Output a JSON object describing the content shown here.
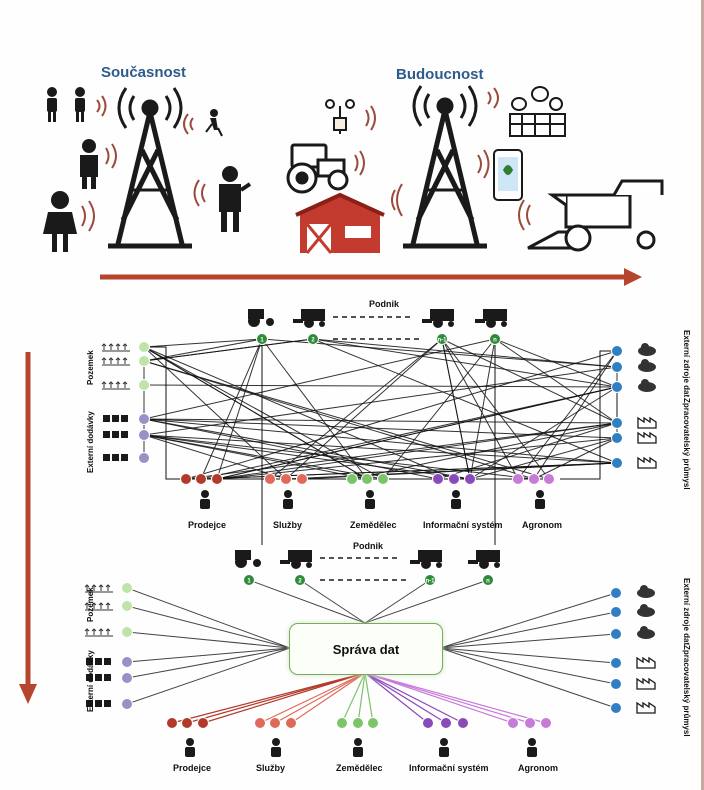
{
  "top": {
    "present_label": "Současnost",
    "future_label": "Budoucnost",
    "arrow_color": "#b5452c",
    "tower_color": "#1a1a1a",
    "signal_color": "#9b4a3c"
  },
  "diagram_before": {
    "enterprise_label": "Podnik",
    "node_labels": [
      "1",
      "2",
      "n-1",
      "n"
    ],
    "left_groups": [
      "Pozemek",
      "Externí dodávky"
    ],
    "right_groups": [
      "Externí zdroje dat",
      "Zpracovatelský průmysl"
    ],
    "actors": [
      "Prodejce",
      "Služby",
      "Zemědělec",
      "Informační systém",
      "Agronom"
    ]
  },
  "diagram_after": {
    "enterprise_label": "Podnik",
    "hub_label": "Správa dat",
    "node_labels": [
      "1",
      "2",
      "n-1",
      "n"
    ],
    "left_groups": [
      "Pozemek",
      "Externí dodávky"
    ],
    "right_groups": [
      "Externí zdroje dat",
      "Zpracovatelský průmysl"
    ],
    "actors": [
      "Prodejce",
      "Služby",
      "Zemědělec",
      "Informační systém",
      "Agronom"
    ]
  },
  "colors": {
    "enterprise": "#2e8b3a",
    "land": "#bfe3a8",
    "supplies": "#9c8fc6",
    "external_data": "#2f7fc2",
    "processing": "#2f7fc2",
    "seller": "#b23a2a",
    "services": "#e06a5a",
    "farmer": "#7cc46a",
    "infosys": "#8a4bb8",
    "agronomist": "#c77ad8",
    "down_arrow": "#b5452c"
  },
  "icons": {
    "present": [
      "people-icon",
      "walking-person-icon",
      "man-icon",
      "woman-icon",
      "man-with-phone-icon",
      "cell-tower-icon"
    ],
    "future": [
      "weather-station-icon",
      "tractor-icon",
      "barn-icon",
      "farm-animals-icon",
      "smartphone-icon",
      "combine-harvester-icon",
      "cell-tower-icon"
    ]
  }
}
